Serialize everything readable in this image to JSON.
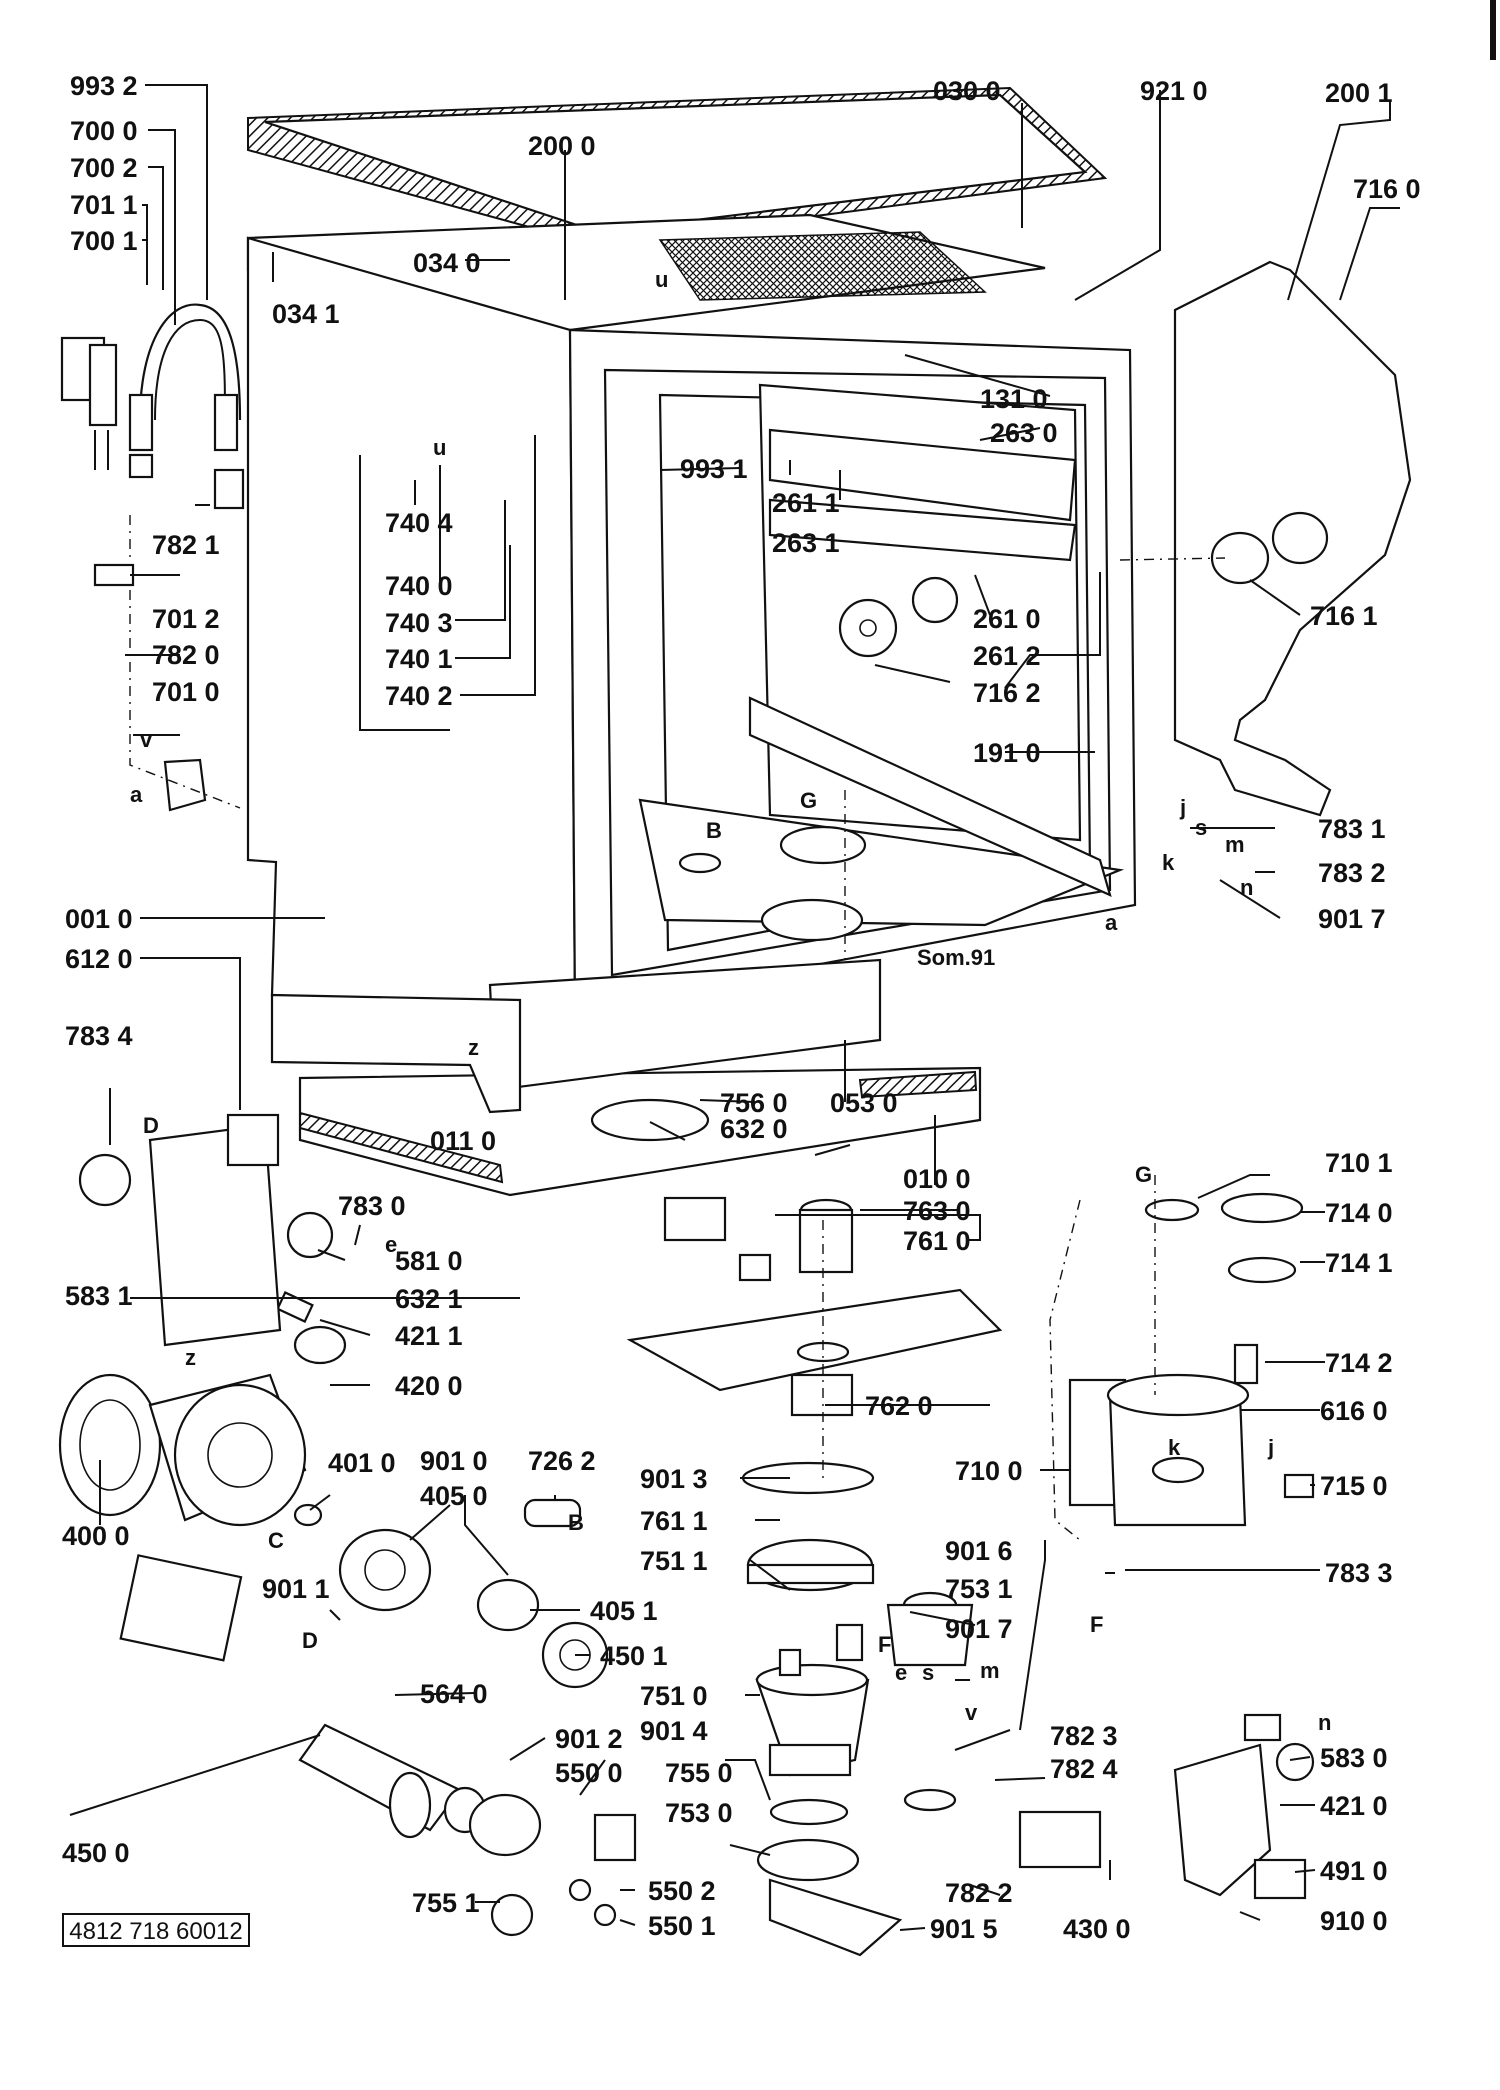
{
  "document_code": "4812 718 60012",
  "stamp_text": "Som.91",
  "colors": {
    "ink": "#111111",
    "paper": "#ffffff"
  },
  "part_labels": [
    "993 2",
    "700 0",
    "700 2",
    "701 1",
    "700 1",
    "782 1",
    "701 2",
    "782 0",
    "701 0",
    "030 0",
    "921 0",
    "200 1",
    "716 0",
    "200 0",
    "034 0",
    "034 1",
    "131 0",
    "263 0",
    "993 1",
    "261 1",
    "263 1",
    "261 0",
    "261 2",
    "716 2",
    "716 1",
    "740 4",
    "740 0",
    "740 3",
    "740 1",
    "740 2",
    "191 0",
    "783 1",
    "783 2",
    "901 7",
    "001 0",
    "612 0",
    "783 4",
    "583 1",
    "783 0",
    "581 0",
    "632 1",
    "421 1",
    "420 0",
    "756 0",
    "632 0",
    "053 0",
    "011 0",
    "010 0",
    "763 0",
    "761 0",
    "710 1",
    "714 0",
    "714 1",
    "714 2",
    "616 0",
    "710 0",
    "715 0",
    "762 0",
    "901 3",
    "761 1",
    "751 1",
    "751 0",
    "901 4",
    "755 0",
    "753 0",
    "901 6",
    "753 1",
    "901 7",
    "782 3",
    "782 4",
    "782 2",
    "901 5",
    "430 0",
    "583 0",
    "421 0",
    "491 0",
    "910 0",
    "400 0",
    "401 0",
    "901 0",
    "405 0",
    "726 2",
    "405 1",
    "450 1",
    "901 1",
    "564 0",
    "450 0",
    "901 2",
    "550 0",
    "550 2",
    "550 1",
    "755 1",
    "783 3"
  ],
  "letter_marks": [
    "u",
    "u",
    "v",
    "a",
    "B",
    "G",
    "k",
    "j",
    "s",
    "m",
    "n",
    "a",
    "z",
    "D",
    "e",
    "C",
    "B",
    "D",
    "G",
    "k",
    "j",
    "F",
    "F",
    "e",
    "s",
    "m",
    "v",
    "n",
    "z"
  ]
}
